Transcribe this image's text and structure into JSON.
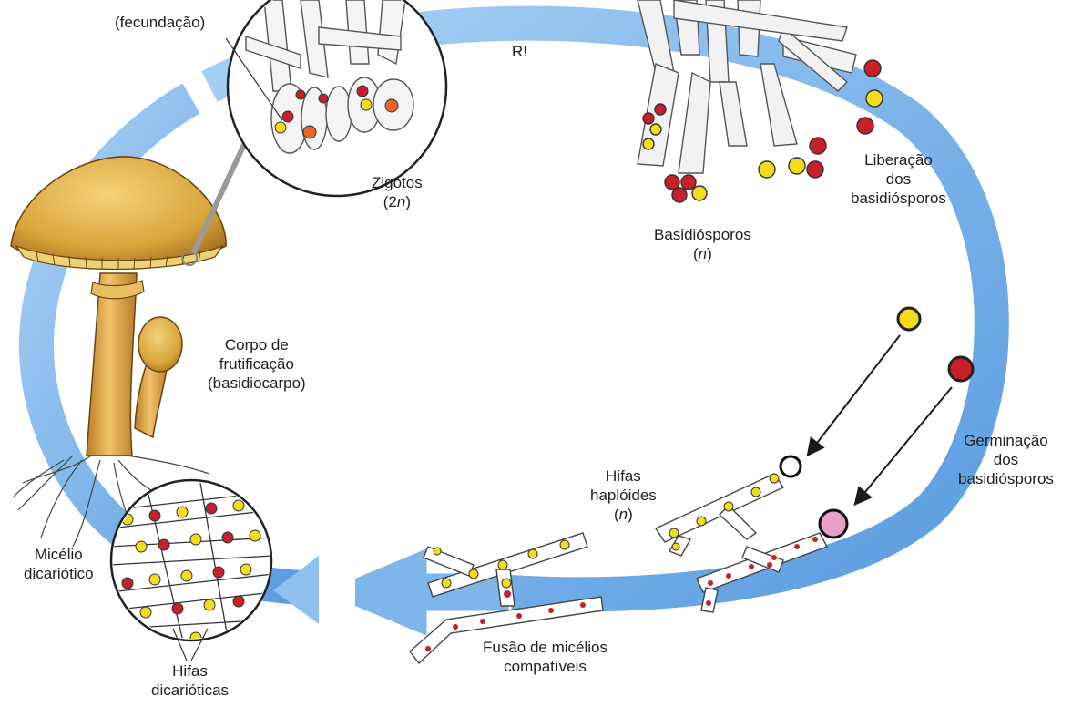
{
  "labels": {
    "fecundacao": "(fecundação)",
    "ri": "R!",
    "zigotos": "Zigotos",
    "zigotos_ploidy_open": "(2",
    "zigotos_ploidy_n": "n",
    "zigotos_ploidy_close": ")",
    "basidiosporos": "Basidiósporos",
    "basidiosporos_ploidy_open": "(",
    "basidiosporos_ploidy_n": "n",
    "basidiosporos_ploidy_close": ")",
    "liberacao_1": "Liberação",
    "liberacao_2": "dos",
    "liberacao_3": "basidiósporos",
    "corpo_1": "Corpo de",
    "corpo_2": "frutificação",
    "corpo_3": "(basidiocarpo)",
    "germinacao_1": "Germinação",
    "germinacao_2": "dos",
    "germinacao_3": "basidiósporos",
    "hifas_hap_1": "Hifas",
    "hifas_hap_2": "haplóides",
    "hifas_hap_open": "(",
    "hifas_hap_n": "n",
    "hifas_hap_close": ")",
    "micelio_1": "Micélio",
    "micelio_2": "dicariótico",
    "hifas_dic_1": "Hifas",
    "hifas_dic_2": "dicarióticas",
    "fusao_1": "Fusão de micélios",
    "fusao_2": "compatíveis"
  },
  "colors": {
    "cycle_arrow": "#7fb6ea",
    "cycle_arrow_dark": "#5a9be0",
    "nucleus_yellow": "#f2dc1c",
    "nucleus_red": "#c8202a",
    "mushroom_cap": "#d9a63a",
    "mushroom_stem": "#e0ad4c",
    "pointer_arrow": "#9a9a9a"
  }
}
